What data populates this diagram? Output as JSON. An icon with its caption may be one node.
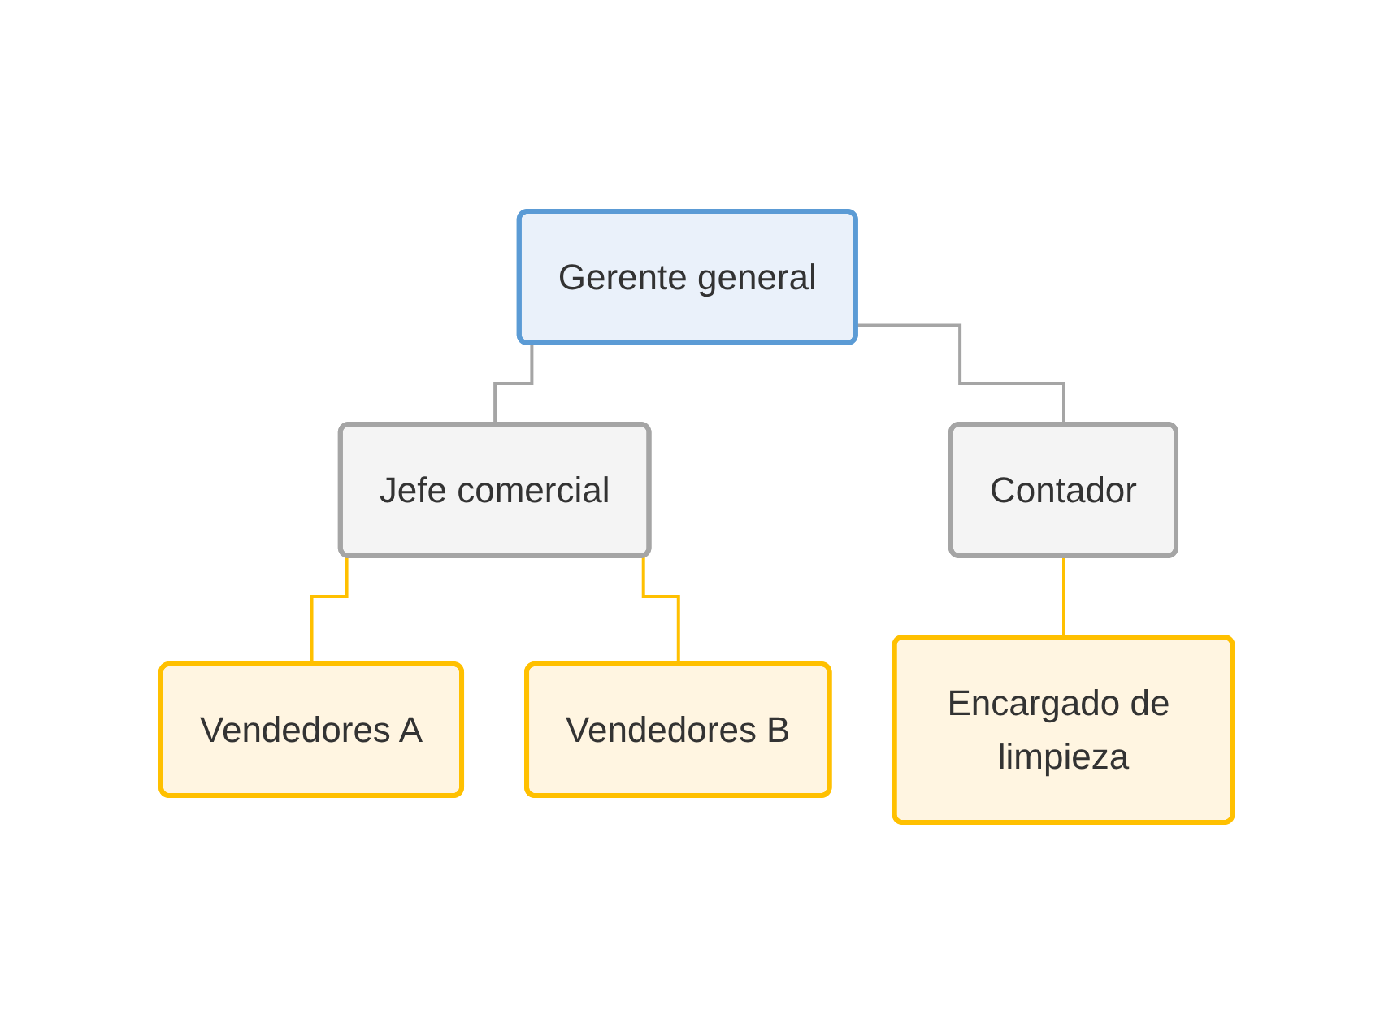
{
  "diagram": {
    "nodes": [
      {
        "text": [
          "Gerente general"
        ]
      },
      {
        "text": [
          "Jefe comercial"
        ]
      },
      {
        "text": [
          "Contador"
        ]
      },
      {
        "text": [
          "Vendedores A"
        ]
      },
      {
        "text": [
          "Vendedores B"
        ]
      },
      {
        "text": [
          "Encargado de limpieza"
        ]
      }
    ],
    "edges": [
      {
        "from": 0,
        "to": 1,
        "arrow": "none",
        "color": "#a5a5a5"
      },
      {
        "from": 0,
        "to": 2,
        "arrow": "none",
        "color": "#a5a5a5"
      },
      {
        "from": 1,
        "to": 3,
        "arrow": "none"
      },
      {
        "from": 1,
        "to": 4,
        "arrow": "none"
      },
      {
        "from": 2,
        "to": 5,
        "arrow": "none"
      }
    ]
  }
}
